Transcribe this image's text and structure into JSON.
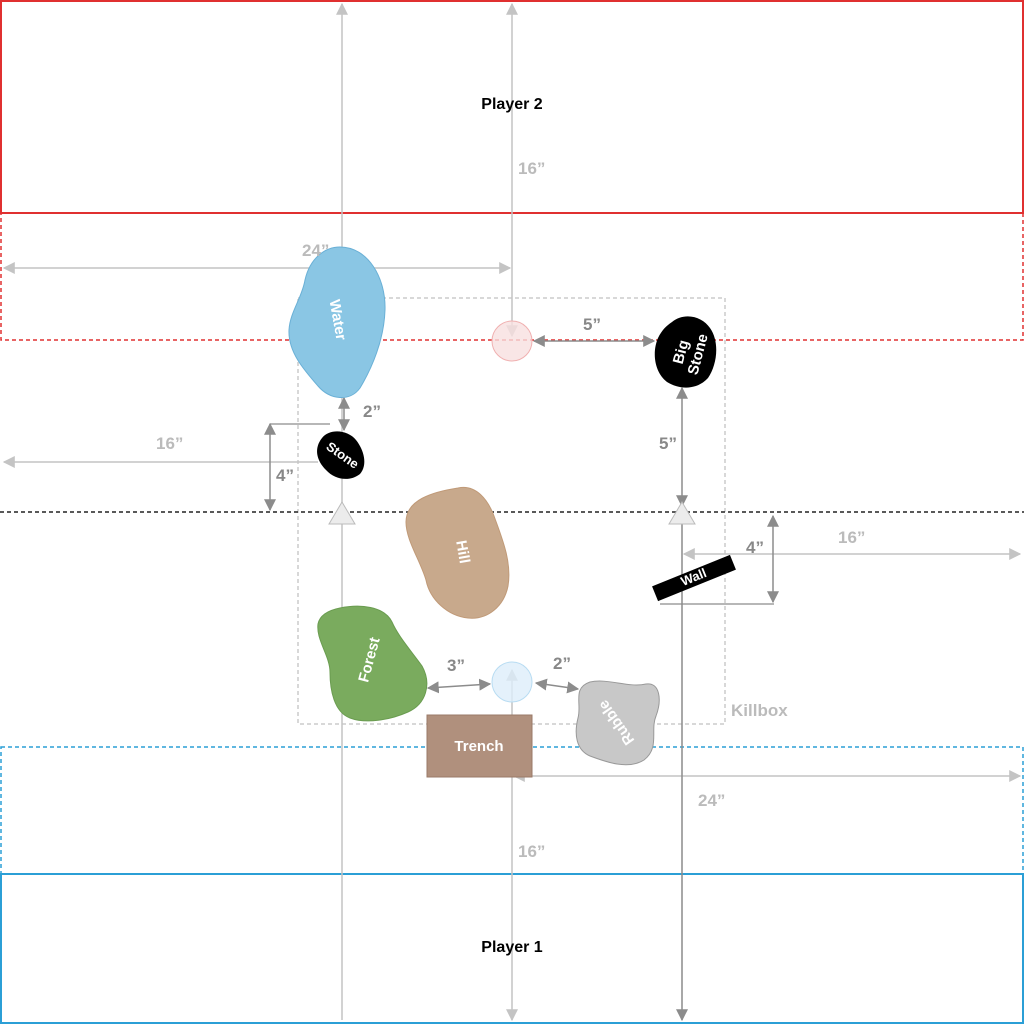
{
  "zones": {
    "player2_label": "Player 2",
    "player1_label": "Player 1",
    "killbox_label": "Killbox"
  },
  "terrain": {
    "water": "Water",
    "big_stone_line1": "Big",
    "big_stone_line2": "Stone",
    "stone": "Stone",
    "hill": "Hill",
    "wall": "Wall",
    "forest": "Forest",
    "trench": "Trench",
    "rubble": "Rubble"
  },
  "measurements": {
    "p2_deploy_depth": "16”",
    "p2_half_width": "24”",
    "stone_to_edge": "16”",
    "water_to_stone": "2”",
    "stone_to_center": "4”",
    "objective_to_big_stone": "5”",
    "big_stone_to_center": "5”",
    "wall_to_center": "4”",
    "wall_to_edge": "16”",
    "forest_to_objective": "3”",
    "objective_to_rubble": "2”",
    "p1_half_width": "24”",
    "p1_deploy_depth": "16”"
  },
  "colors": {
    "player2": "#e03030",
    "player1": "#2b9fd6",
    "water": "#8ac6e4",
    "hill": "#c8a98c",
    "forest": "#7aab5e",
    "trench": "#b0907d",
    "rubble": "#c8c8c8",
    "stone": "#000000",
    "measure_light": "#c4c4c4",
    "measure_dark": "#8c8c8c"
  }
}
